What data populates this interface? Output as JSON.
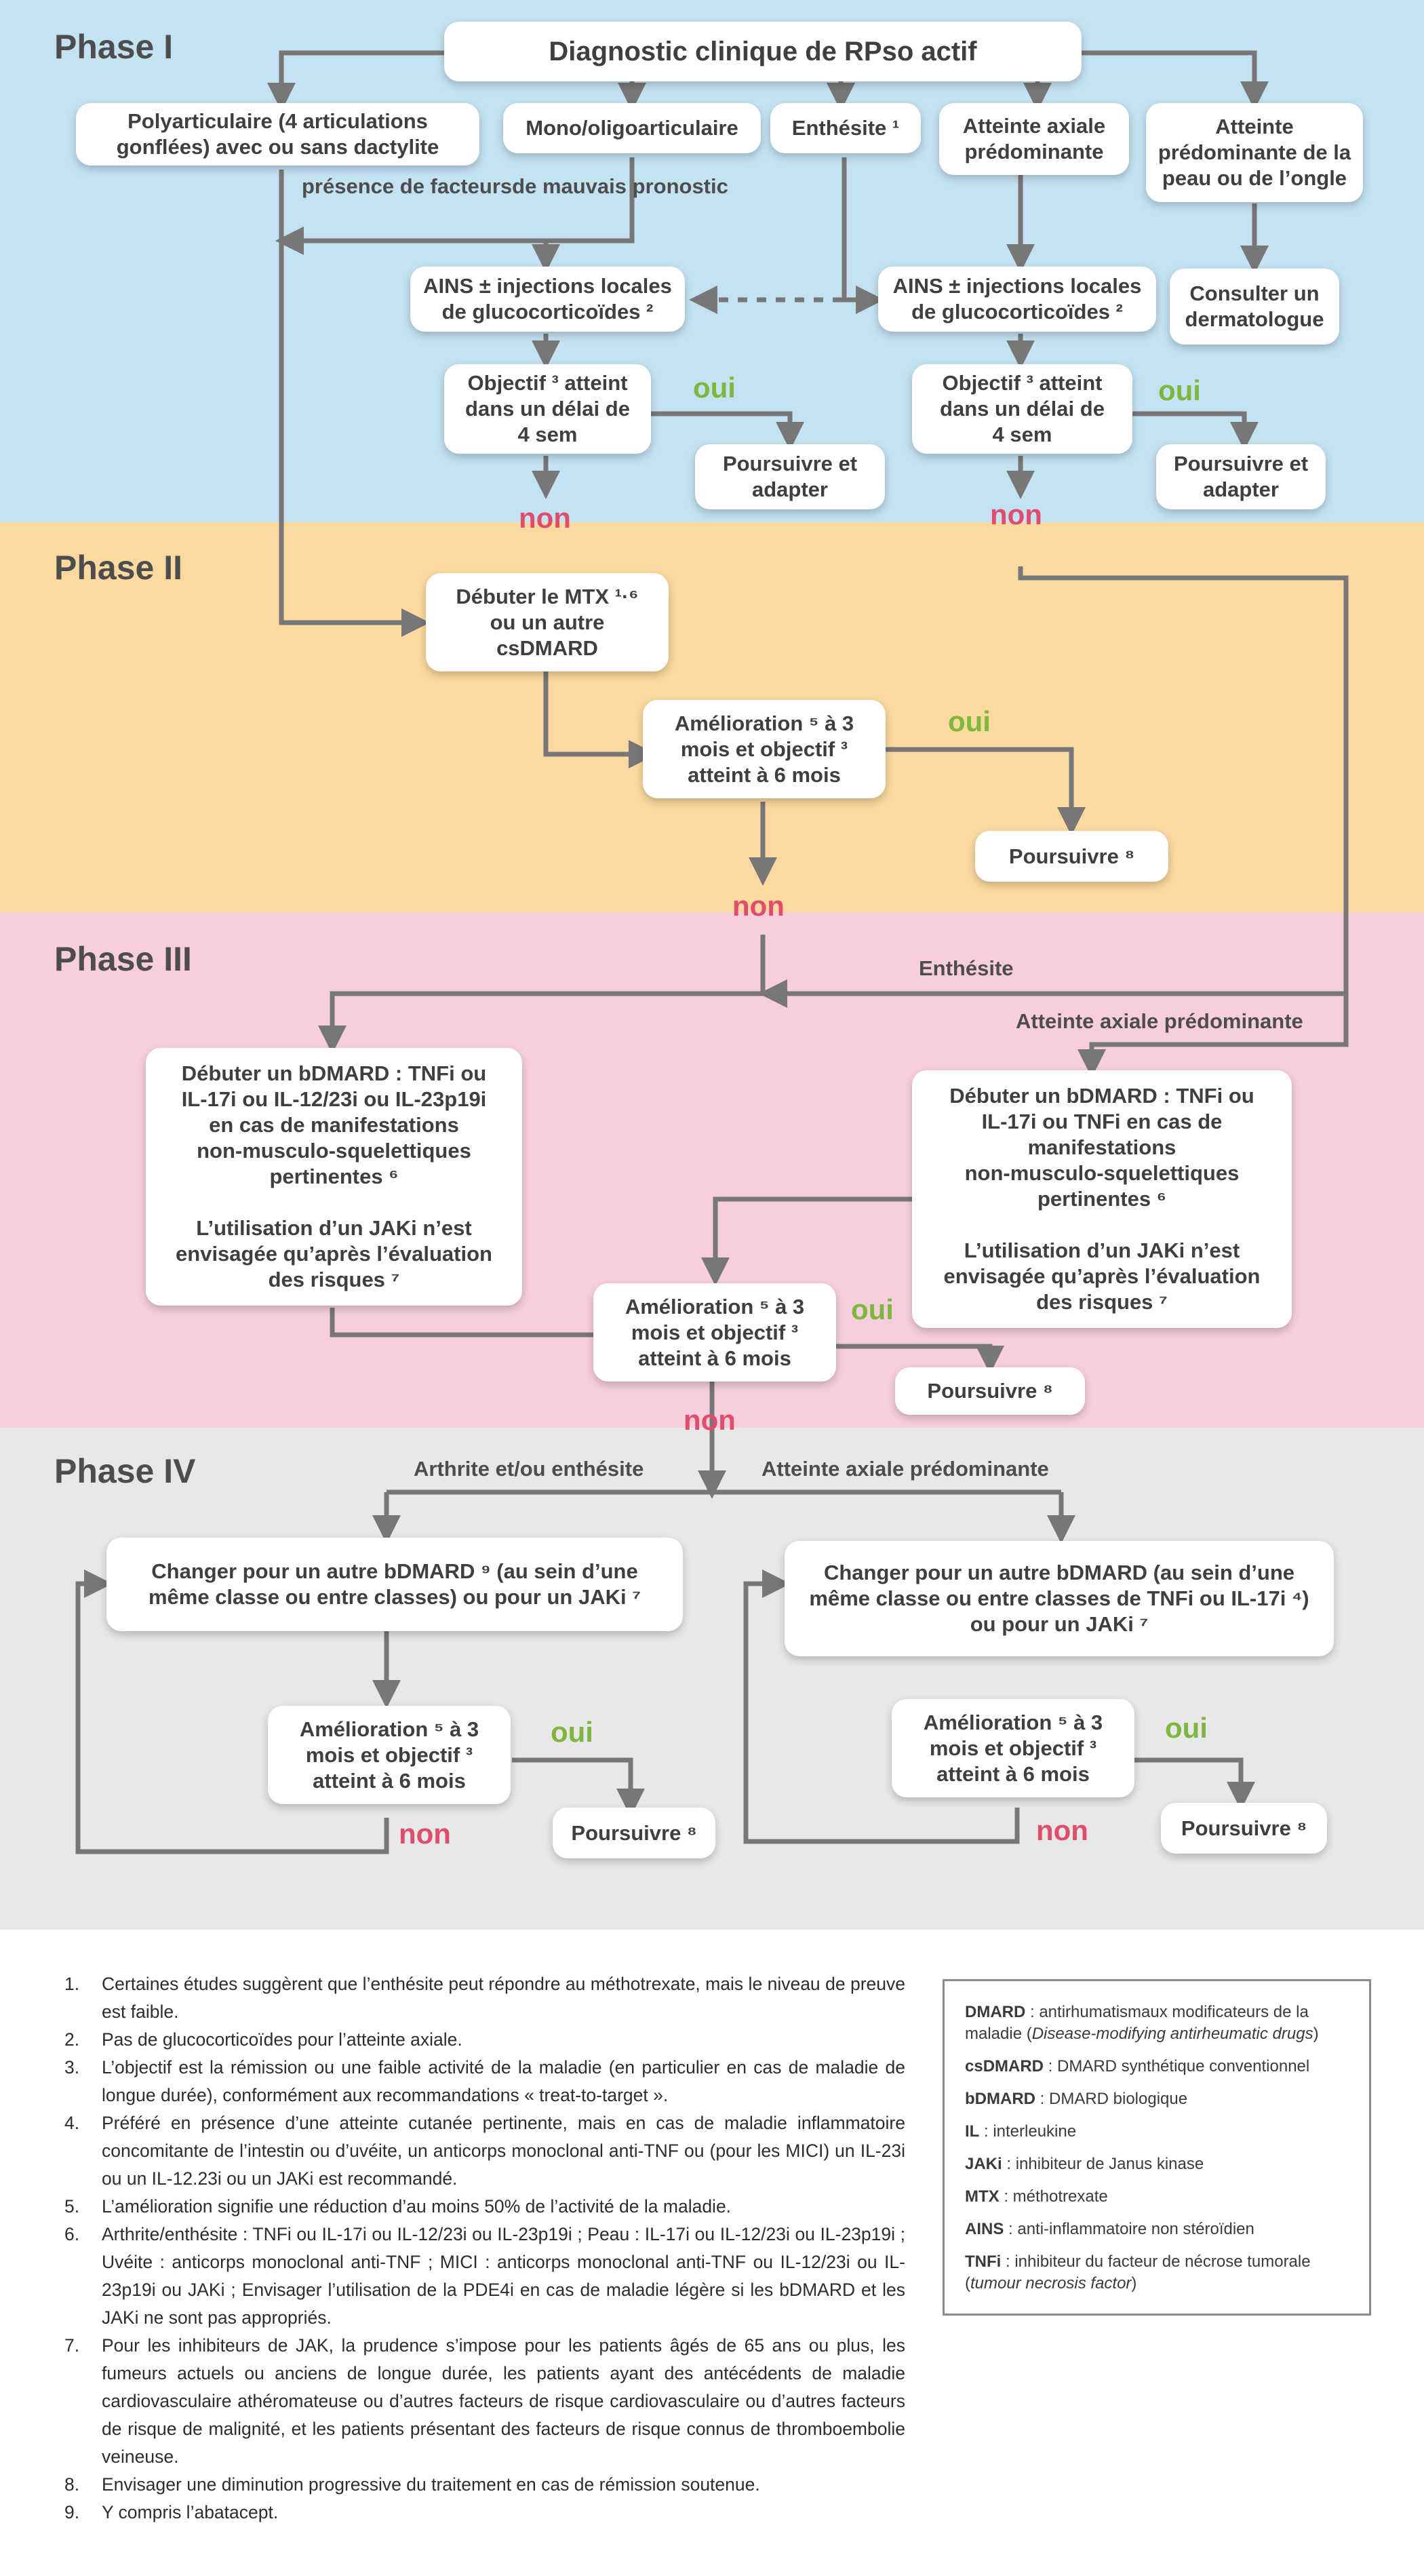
{
  "phases": [
    "Phase I",
    "Phase II",
    "Phase III",
    "Phase IV"
  ],
  "boxes": {
    "diagnostic": "Diagnostic clinique de RPso actif",
    "poly": [
      "Polyarticulaire (4 articulations",
      "gonflées) avec ou sans dactylite"
    ],
    "mono": [
      "Mono/oligoarticulaire"
    ],
    "enthesite": [
      "Enthésite ¹"
    ],
    "axiale": [
      "Atteinte axiale",
      "prédominante"
    ],
    "peau": [
      "Atteinte",
      "prédominante de la",
      "peau ou de l’ongle"
    ],
    "ains_left": [
      "AINS ± injections locales",
      "de glucocorticoïdes ²"
    ],
    "ains_right": [
      "AINS ± injections locales",
      "de glucocorticoïdes ²"
    ],
    "dermato": [
      "Consulter un",
      "dermatologue"
    ],
    "obj_left": [
      "Objectif ³ atteint",
      "dans un délai de",
      "4 sem"
    ],
    "obj_right": [
      "Objectif ³ atteint",
      "dans un délai de",
      "4 sem"
    ],
    "pours_adapt_left": [
      "Poursuivre et",
      "adapter"
    ],
    "pours_adapt_right": [
      "Poursuivre et",
      "adapter"
    ],
    "mtx": [
      "Débuter le MTX ¹·⁶",
      "ou un autre",
      "csDMARD"
    ],
    "amelio_2": [
      "Amélioration ⁵ à 3",
      "mois et objectif ³",
      "atteint à 6 mois"
    ],
    "pours_2": [
      "Poursuivre ⁸"
    ],
    "bdmard_left": [
      "Débuter un bDMARD : TNFi ou",
      "IL-17i ou IL-12/23i ou IL-23p19i",
      "en cas de manifestations",
      "non-musculo-squelettiques",
      "pertinentes ⁶",
      "",
      "L’utilisation d’un JAKi n’est",
      "envisagée qu’après l’évaluation",
      "des risques ⁷"
    ],
    "bdmard_right": [
      "Débuter un bDMARD : TNFi ou",
      "IL-17i ou TNFi en cas de",
      "manifestations",
      "non-musculo-squelettiques",
      "pertinentes ⁶",
      "",
      "L’utilisation d’un JAKi n’est",
      "envisagée qu’après l’évaluation",
      "des risques ⁷"
    ],
    "amelio_3": [
      "Amélioration ⁵ à 3",
      "mois et objectif ³",
      "atteint à 6 mois"
    ],
    "pours_3": [
      "Poursuivre ⁸"
    ],
    "changer_left": [
      "Changer pour un autre bDMARD ⁹ (au sein d’une",
      "même classe ou entre classes) ou pour un JAKi ⁷"
    ],
    "changer_right": [
      "Changer pour un autre bDMARD (au sein d’une",
      "même classe ou entre classes de TNFi ou IL-17i ⁴)",
      "ou pour un JAKi ⁷"
    ],
    "amelio_4l": [
      "Amélioration ⁵ à 3",
      "mois et objectif ³",
      "atteint à 6 mois"
    ],
    "amelio_4r": [
      "Amélioration ⁵ à 3",
      "mois et objectif ³",
      "atteint à 6 mois"
    ],
    "pours_4l": [
      "Poursuivre ⁸"
    ],
    "pours_4r": [
      "Poursuivre ⁸"
    ]
  },
  "labels": {
    "mauvais_pronostic": [
      "présence de facteurs",
      "de mauvais pronostic"
    ],
    "enthesite_arrow": "Enthésite",
    "axiale_arrow": "Atteinte axiale prédominante",
    "arthrite": "Arthrite et/ou enthésite",
    "axiale_p4": "Atteinte axiale prédominante",
    "oui": "oui",
    "non": "non"
  },
  "notes": [
    {
      "n": "1.",
      "text": "Certaines études suggèrent que l’enthésite peut répondre au méthotrexate, mais le niveau de preuve est faible."
    },
    {
      "n": "2.",
      "text": "Pas de glucocorticoïdes pour l’atteinte axiale."
    },
    {
      "n": "3.",
      "text": "L’objectif est la rémission ou une faible activité de la maladie (en particulier en cas de maladie de longue durée), conformément aux recommandations « treat-to-target »."
    },
    {
      "n": "4.",
      "text": "Préféré en présence d’une atteinte cutanée pertinente, mais en cas de maladie inflammatoire concomitante de l’intestin ou d’uvéite, un anticorps monoclonal anti-TNF ou (pour les MICI) un IL-23i ou un IL-12.23i ou un JAKi est recommandé."
    },
    {
      "n": "5.",
      "text": "L’amélioration signifie une réduction d’au moins 50% de l’activité de la maladie."
    },
    {
      "n": "6.",
      "text": "Arthrite/enthésite : TNFi ou IL-17i ou IL-12/23i ou IL-23p19i ; Peau : IL-17i ou IL-12/23i ou IL-23p19i ; Uvéite : anticorps monoclonal anti-TNF ; MICI : anticorps monoclonal anti-TNF ou IL-12/23i ou IL-23p19i ou JAKi ; Envisager l’utilisation de la PDE4i en cas de maladie légère si les bDMARD et les JAKi ne sont pas appropriés."
    },
    {
      "n": "7.",
      "text": "Pour les inhibiteurs de JAK, la prudence s’impose pour les patients âgés de 65 ans ou plus, les fumeurs actuels ou anciens de longue durée, les patients ayant des antécédents de maladie cardiovasculaire athéromateuse ou d’autres facteurs de risque cardiovasculaire ou d’autres facteurs de risque de malignité, et les patients présentant des facteurs de risque connus de thromboembolie veineuse."
    },
    {
      "n": "8.",
      "text": "Envisager une diminution progressive du traitement en cas de rémission soutenue."
    },
    {
      "n": "9.",
      "text": "Y compris l’abatacept."
    }
  ],
  "glossary": [
    {
      "term": "DMARD",
      "def": " : antirhumatismaux modificateurs de la maladie (",
      "em": "Disease-modifying antirheumatic drugs",
      "end": ")"
    },
    {
      "term": "csDMARD",
      "def": " : DMARD synthétique conventionnel",
      "em": "",
      "end": ""
    },
    {
      "term": "bDMARD",
      "def": " : DMARD biologique",
      "em": "",
      "end": ""
    },
    {
      "term": "IL",
      "def": " : interleukine",
      "em": "",
      "end": ""
    },
    {
      "term": "JAKi",
      "def": " : inhibiteur de Janus kinase",
      "em": "",
      "end": ""
    },
    {
      "term": "MTX",
      "def": " : méthotrexate",
      "em": "",
      "end": ""
    },
    {
      "term": "AINS",
      "def": " : anti-inflammatoire non stéroïdien",
      "em": "",
      "end": ""
    },
    {
      "term": "TNFi",
      "def": " : inhibiteur du facteur de nécrose tumorale (",
      "em": "tumour necrosis factor",
      "end": ")"
    }
  ],
  "colors": {
    "phase1": "#c3e2f2",
    "phase2": "#fbd99f",
    "phase3": "#f7cfdc",
    "phase4": "#e8e8e8",
    "oui": "#7db73e",
    "non": "#e24c6c",
    "line": "#777777"
  }
}
